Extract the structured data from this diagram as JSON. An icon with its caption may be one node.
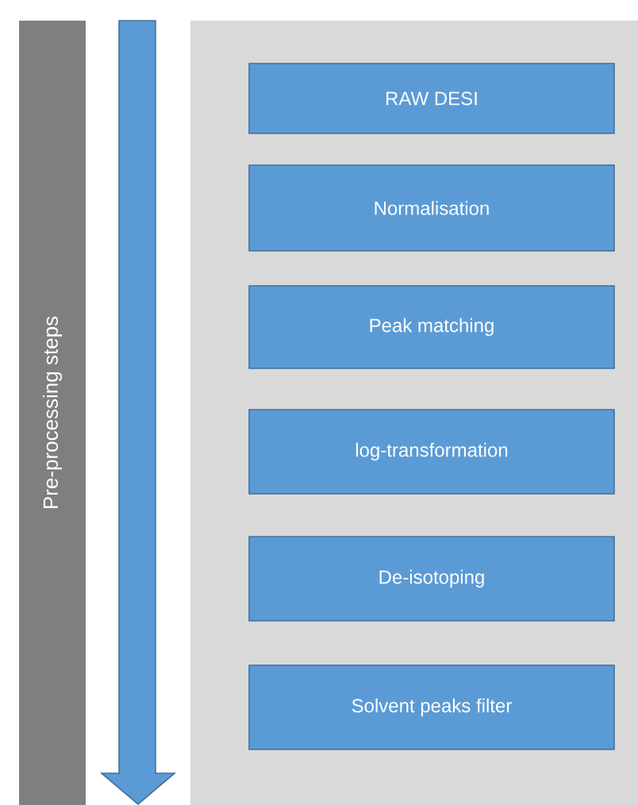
{
  "diagram": {
    "nodes": [
      {
        "text": [
          "Pre-processing steps"
        ]
      },
      {
        "text": [],
        "shape": "box"
      },
      {
        "text": [
          "RAW DESI"
        ],
        "in": 1
      },
      {
        "text": [
          "Normalisation"
        ],
        "in": 1
      },
      {
        "text": [
          "Peak matching"
        ],
        "in": 1
      },
      {
        "text": [
          "log-transformation"
        ],
        "in": 1
      },
      {
        "text": [
          "De-isotoping"
        ],
        "in": 1
      },
      {
        "text": [
          "Solvent peaks filter"
        ],
        "in": 1
      }
    ]
  }
}
